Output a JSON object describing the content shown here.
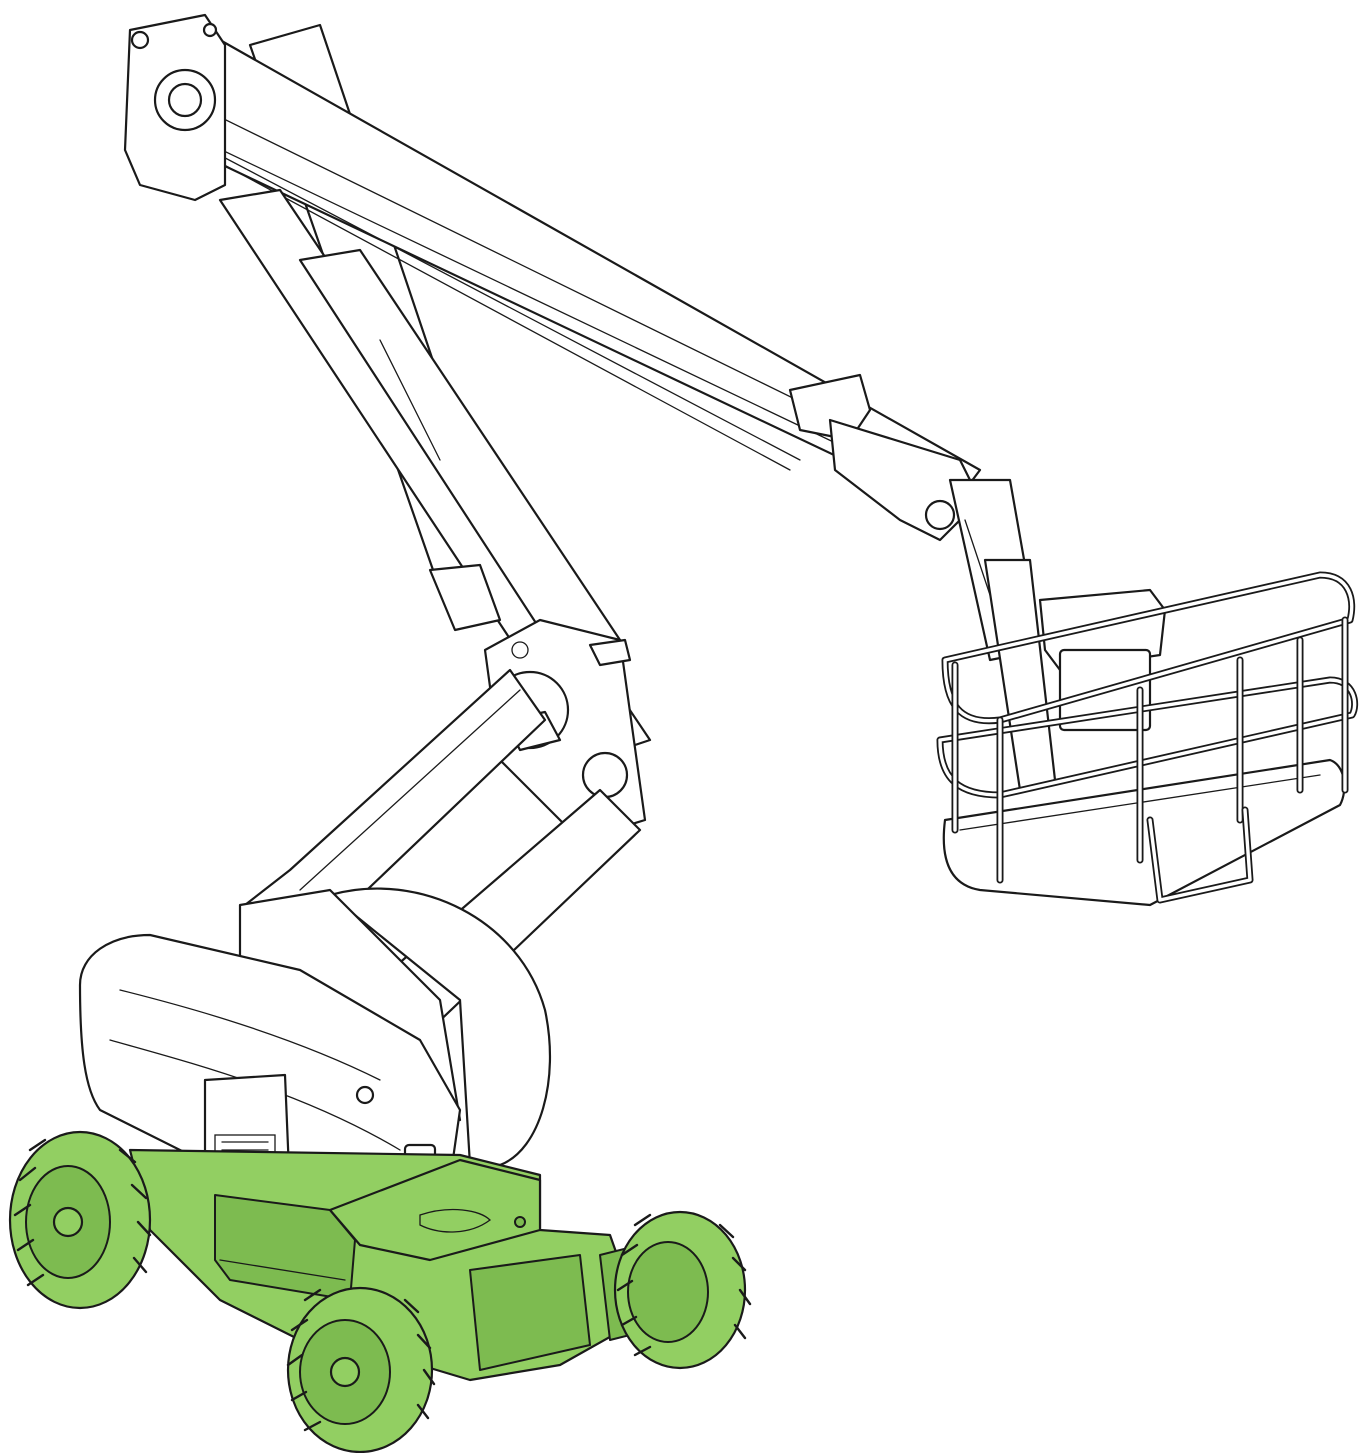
{
  "figure": {
    "subject": "articulated-boom-lift",
    "colors": {
      "highlight": "#92cf62",
      "highlight_shade": "#7dbb50",
      "outline": "#1a1a1a",
      "body": "#ffffff"
    },
    "highlighted_parts": [
      "chassis",
      "front-left-wheel",
      "front-right-wheel",
      "rear-wheel"
    ]
  }
}
